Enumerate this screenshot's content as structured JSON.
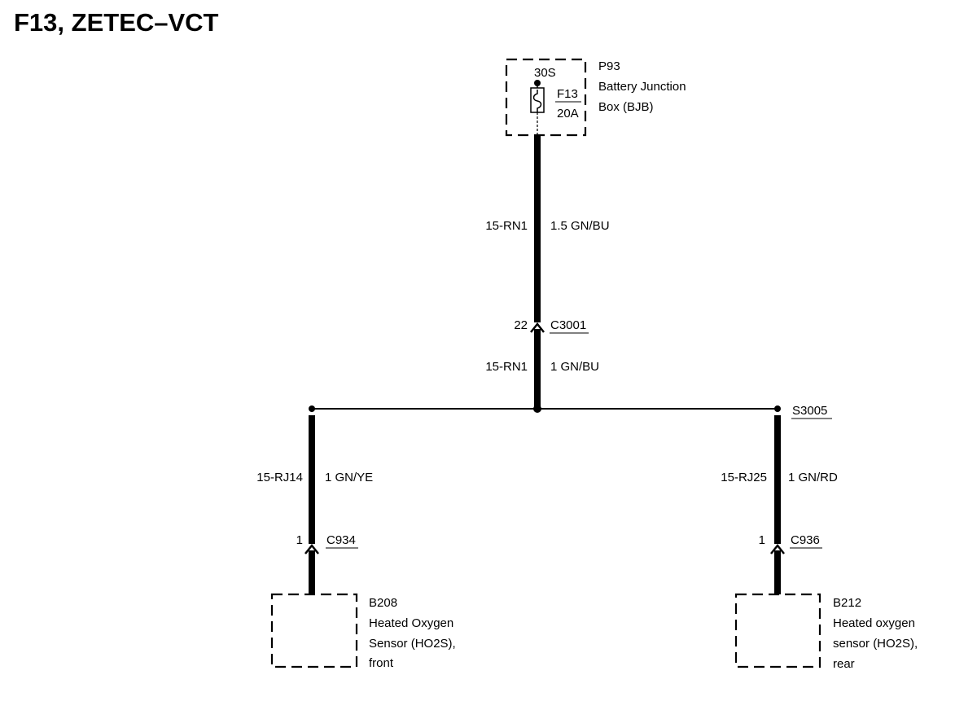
{
  "title": "F13, ZETEC–VCT",
  "fuse_box": {
    "ref": "P93",
    "name_line1": "Battery Junction",
    "name_line2": "Box (BJB)",
    "terminal": "30S",
    "fuse_id": "F13",
    "fuse_rating": "20A"
  },
  "wire_main_upper": {
    "circuit": "15-RN1",
    "spec": "1.5 GN/BU"
  },
  "connector_c3001": {
    "pin": "22",
    "id": "C3001"
  },
  "wire_main_lower": {
    "circuit": "15-RN1",
    "spec": "1 GN/BU"
  },
  "splice": {
    "id": "S3005"
  },
  "branch_left": {
    "circuit": "15-RJ14",
    "spec": "1 GN/YE",
    "connector_pin": "1",
    "connector_id": "C934",
    "component_ref": "B208",
    "component_line1": "Heated Oxygen",
    "component_line2": "Sensor (HO2S),",
    "component_line3": "front"
  },
  "branch_right": {
    "circuit": "15-RJ25",
    "spec": "1 GN/RD",
    "connector_pin": "1",
    "connector_id": "C936",
    "component_ref": "B212",
    "component_line1": "Heated oxygen",
    "component_line2": "sensor (HO2S),",
    "component_line3": "rear"
  }
}
